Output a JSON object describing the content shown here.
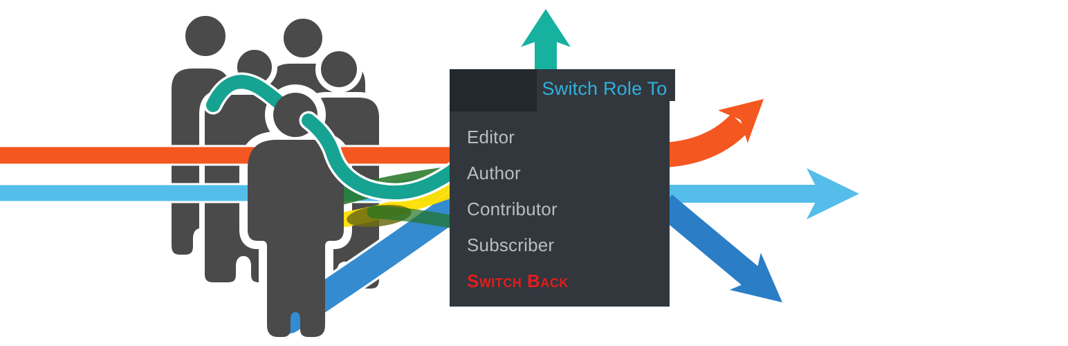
{
  "menu": {
    "title": "Switch Role To",
    "items": [
      "Editor",
      "Author",
      "Contributor",
      "Subscriber"
    ],
    "switch_back_label": "Switch Back"
  },
  "artwork": {
    "people_group_icon": "people-group-icon",
    "arrow_icons": [
      "arrow-up-icon",
      "arrow-curve-up-right-icon",
      "arrow-right-icon",
      "arrow-down-right-icon"
    ],
    "colors": {
      "people_gray": "#4a4a4a",
      "teal": "#17a392",
      "orange": "#f4571f",
      "light_blue": "#55bdea",
      "dark_blue": "#2b7ec6",
      "green": "#227422",
      "yellow": "#ffdf00",
      "olive": "#6c6c15",
      "menu_background": "#31373c",
      "menu_header_dark": "#23282d",
      "menu_title_blue": "#2fb1de",
      "menu_item_gray": "#b9bec3",
      "switch_back_red": "#e41c1c"
    }
  }
}
